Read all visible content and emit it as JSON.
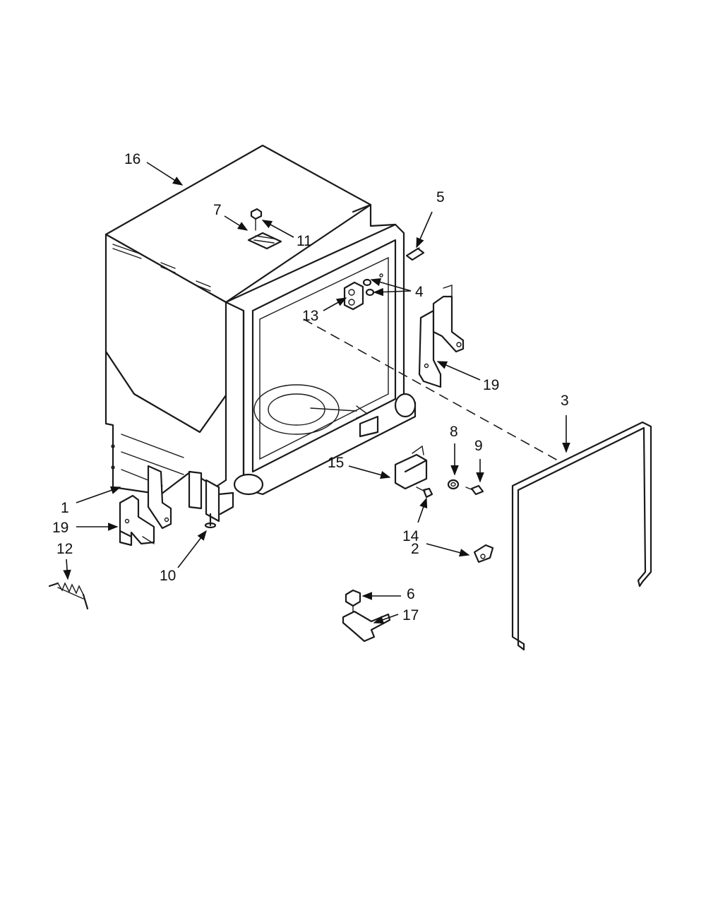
{
  "diagram": {
    "callouts": [
      {
        "id": "16",
        "label": "16"
      },
      {
        "id": "7",
        "label": "7"
      },
      {
        "id": "11",
        "label": "11"
      },
      {
        "id": "5",
        "label": "5"
      },
      {
        "id": "4",
        "label": "4"
      },
      {
        "id": "13",
        "label": "13"
      },
      {
        "id": "19a",
        "label": "19"
      },
      {
        "id": "3",
        "label": "3"
      },
      {
        "id": "8",
        "label": "8"
      },
      {
        "id": "9",
        "label": "9"
      },
      {
        "id": "15",
        "label": "15"
      },
      {
        "id": "14",
        "label": "14"
      },
      {
        "id": "1",
        "label": "1"
      },
      {
        "id": "19b",
        "label": "19"
      },
      {
        "id": "12",
        "label": "12"
      },
      {
        "id": "10",
        "label": "10"
      },
      {
        "id": "2",
        "label": "2"
      },
      {
        "id": "6",
        "label": "6"
      },
      {
        "id": "17",
        "label": "17"
      }
    ]
  }
}
